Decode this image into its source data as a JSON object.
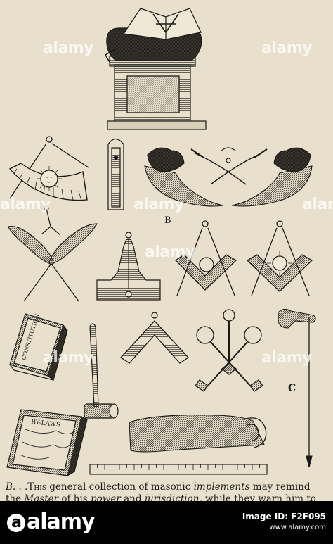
{
  "plate": {
    "label_b": "B",
    "label_c": "C",
    "book_constitution": "CONSTITUTION",
    "book_bylaws": "BY-LAWS"
  },
  "caption": {
    "lead": "B. . .",
    "smallcaps": "This",
    "t1": " general collection of masonic ",
    "i1": "implements",
    "t2": " may remind",
    "t3": "the ",
    "i2": "Master",
    "t4": " of his ",
    "i3": "power",
    "t5": " and ",
    "i4": "jurisdiction,",
    "t6": " while they warn him to"
  },
  "watermark": {
    "text": "alamy",
    "dot": "a"
  },
  "footer": {
    "logo": "alamy",
    "image_id_label": "Image ID: F2F095",
    "site": "www.alamy.com"
  }
}
